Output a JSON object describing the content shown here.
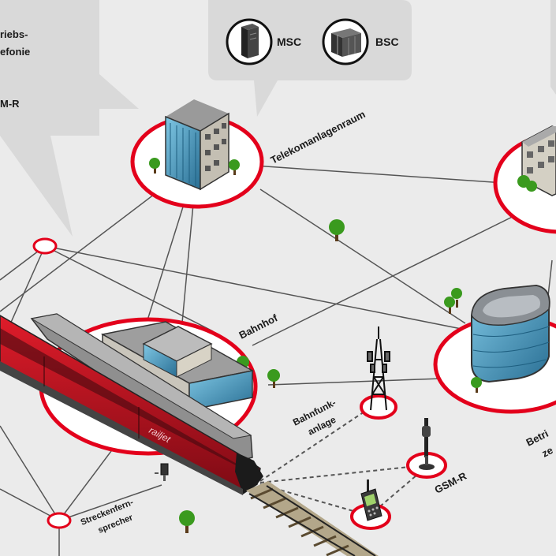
{
  "bubbles": {
    "left_top": {
      "line1": "riebs-",
      "line2": "efonie",
      "line3": "M-R"
    },
    "middle": {
      "msc_label": "MSC",
      "bsc_label": "BSC"
    }
  },
  "labels": {
    "telekom": "Telekomanlagenraum",
    "bahnhof": "Bahnhof",
    "bahnfunk_line1": "Bahnfunk-",
    "bahnfunk_line2": "anlage",
    "gsmr": "GSM-R",
    "strecken_line1": "Streckenfern-",
    "strecken_line2": "sprecher",
    "betrieb_line1": "Betri",
    "betrieb_line2": "ze"
  },
  "train": {
    "brand": "railjet"
  },
  "colors": {
    "accent_red": "#e3001b",
    "line_gray": "#555555",
    "bubble_gray": "#d9d9d9",
    "background": "#ebebeb",
    "glass_blue": "#3d8fb5",
    "tree_green": "#3a9a1e"
  },
  "icons": [
    "server-tower-icon",
    "server-rack-icon",
    "tree-icon",
    "radio-tower-icon",
    "antenna-icon",
    "handheld-radio-icon",
    "trackside-phone-icon"
  ]
}
